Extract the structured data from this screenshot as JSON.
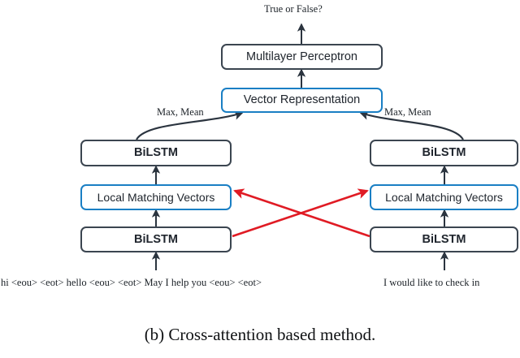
{
  "figure": {
    "caption": "(b) Cross-attention based method.",
    "top_output_label": "True or False?",
    "colors": {
      "box_border_dark": "#3b4550",
      "box_border_accent": "#1a7fc4",
      "arrow_dark": "#2b343f",
      "arrow_cross_attention": "#e01b24",
      "text": "#20262e",
      "background": "#ffffff"
    }
  },
  "nodes": {
    "mlp": {
      "label": "Multilayer Perceptron",
      "style": "dark"
    },
    "vector_representation": {
      "label": "Vector Representation",
      "style": "accent"
    },
    "left_top_bilstm": {
      "label": "BiLSTM",
      "style": "dark"
    },
    "left_local_matching": {
      "label": "Local Matching Vectors",
      "style": "accent"
    },
    "left_bottom_bilstm": {
      "label": "BiLSTM",
      "style": "dark"
    },
    "right_top_bilstm": {
      "label": "BiLSTM",
      "style": "dark"
    },
    "right_local_matching": {
      "label": "Local Matching Vectors",
      "style": "accent"
    },
    "right_bottom_bilstm": {
      "label": "BiLSTM",
      "style": "dark"
    }
  },
  "edge_labels": {
    "left_pooling": "Max, Mean",
    "right_pooling": "Max, Mean"
  },
  "inputs": {
    "left_context": "hi <eou> <eot> hello <eou> <eot> May I help you <eou> <eot>",
    "right_response": "I would like to check in"
  }
}
